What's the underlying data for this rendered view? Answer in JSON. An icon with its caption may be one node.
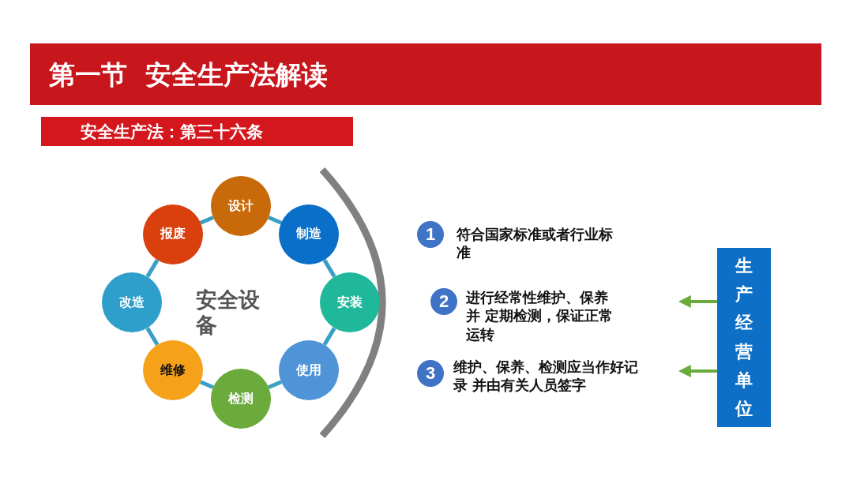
{
  "diagram": {
    "title": "第一节  安全生产法解读",
    "nodes": [
      {
        "text": [
          "设计"
        ]
      },
      {
        "text": [
          "制造"
        ]
      },
      {
        "text": [
          "安装"
        ]
      },
      {
        "text": [
          "使用"
        ]
      },
      {
        "text": [
          "检测"
        ]
      },
      {
        "text": [
          "维修"
        ]
      },
      {
        "text": [
          "改造"
        ]
      },
      {
        "text": [
          "报废"
        ]
      },
      {
        "text": [
          "1"
        ],
        "beside": [
          "符合国家标准或者行业标准"
        ]
      },
      {
        "text": [
          "2"
        ],
        "beside": [
          "进行经常性维护、保养并 定期检测，保证正常运转"
        ]
      },
      {
        "text": [
          "3"
        ],
        "beside": [
          "维护、保养、检测应当作好记录 并由有关人员签字"
        ]
      },
      {
        "text": [
          "生产经营单位"
        ]
      }
    ],
    "edges": [
      {
        "from": 0,
        "to": 1,
        "arrow": "none"
      },
      {
        "from": 1,
        "to": 2,
        "arrow": "none"
      },
      {
        "from": 2,
        "to": 3,
        "arrow": "none"
      },
      {
        "from": 3,
        "to": 4,
        "arrow": "none"
      },
      {
        "from": 4,
        "to": 5,
        "arrow": "none"
      },
      {
        "from": 5,
        "to": 6,
        "arrow": "none"
      },
      {
        "from": 6,
        "to": 7,
        "arrow": "none"
      },
      {
        "from": 7,
        "to": 0,
        "arrow": "none"
      },
      {
        "from": 11,
        "to": null,
        "arrow": "to",
        "color": "#6aab3c"
      },
      {
        "from": 11,
        "to": null,
        "arrow": "to",
        "color": "#6aab3c"
      }
    ],
    "labels": [
      "安全生产法：第三十六条",
      "安全设备"
    ]
  }
}
